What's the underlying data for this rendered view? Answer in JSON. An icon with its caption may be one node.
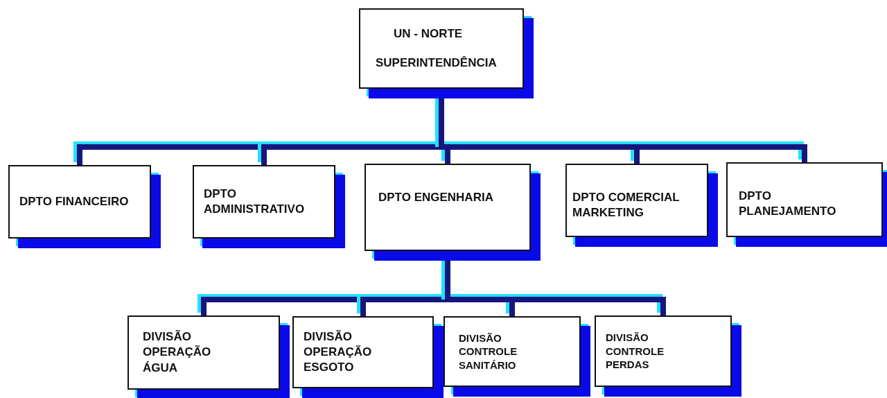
{
  "diagram": {
    "nodes": [
      {
        "text": [
          "UN - NORTE",
          "SUPERINTENDÊNCIA"
        ]
      },
      {
        "text": [
          "DPTO FINANCEIRO"
        ]
      },
      {
        "text": [
          "DPTO ADMINISTRATIVO"
        ]
      },
      {
        "text": [
          "DPTO ENGENHARIA"
        ]
      },
      {
        "text": [
          "DPTO COMERCIAL MARKETING"
        ]
      },
      {
        "text": [
          "DPTO PLANEJAMENTO"
        ]
      },
      {
        "text": [
          "DIVISÃO OPERAÇÃO ÁGUA"
        ]
      },
      {
        "text": [
          "DIVISÃO OPERAÇÃO ESGOTO"
        ]
      },
      {
        "text": [
          "DIVISÃO CONTROLE SANITÁRIO"
        ]
      },
      {
        "text": [
          "DIVISÃO CONTROLE PERDAS"
        ]
      }
    ],
    "edges": [
      {
        "from": 0,
        "to": 1,
        "arrow": "none"
      },
      {
        "from": 0,
        "to": 2,
        "arrow": "none"
      },
      {
        "from": 0,
        "to": 3,
        "arrow": "none"
      },
      {
        "from": 0,
        "to": 4,
        "arrow": "none"
      },
      {
        "from": 0,
        "to": 5,
        "arrow": "none"
      },
      {
        "from": 3,
        "to": 6,
        "arrow": "none"
      },
      {
        "from": 3,
        "to": 7,
        "arrow": "none"
      },
      {
        "from": 3,
        "to": 8,
        "arrow": "none"
      },
      {
        "from": 3,
        "to": 9,
        "arrow": "none"
      }
    ]
  }
}
